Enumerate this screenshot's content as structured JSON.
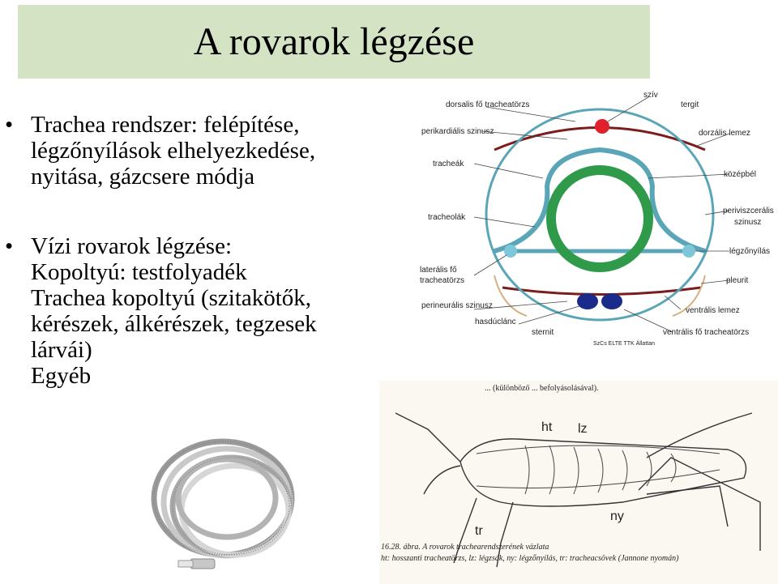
{
  "title": "A rovarok légzése",
  "bullets": [
    {
      "lines": [
        "Trachea rendszer: felépítése,",
        "légzőnyílások elhelyezkedése,",
        "nyitása, gázcsere módja"
      ]
    },
    {
      "lines": [
        "Vízi rovarok légzése:",
        "Kopoltyú: testfolyadék",
        "Trachea kopoltyú (szitakötők,",
        "kérészek, álkérészek, tegzesek",
        "lárvái)",
        "Egyéb"
      ]
    }
  ],
  "cross_section": {
    "labels": {
      "dorsalis": "dorsalis fő tracheatörzs",
      "sziv": "szív",
      "tergit": "tergit",
      "perikardialis": "perikardiális szinusz",
      "dorzalis_lemez": "dorzális lemez",
      "tracheak": "tracheák",
      "kozepbel": "középbél",
      "tracheolak": "tracheolák",
      "periviszceralis": "periviszcerális",
      "szinusz": "szinusz",
      "legzonyilas": "légzőnyílás",
      "lateralis": "laterális fő",
      "tracheatorzs": "tracheatörzs",
      "pleurit": "pleurit",
      "perineuralis": "perineurális szinusz",
      "ventralis_lemez": "ventrális lemez",
      "hasduclanc": "hasdúclánc",
      "sternit": "sternit",
      "ventralis_trachea": "ventrális fő tracheatörzs",
      "credit": "SzCs ELTE TTK Állattan"
    }
  },
  "insect_figure": {
    "top_caption": "... (különböző ... befolyásolásával).",
    "labels": {
      "ht": "ht",
      "lz": "lz",
      "ny": "ny",
      "tr": "tr"
    },
    "caption_1": "16.28. ábra. A rovarok trachearendszerének vázlata",
    "caption_2": "ht: hosszanti tracheatörzs, lz: légzsák, ny: légzőnyílás, tr: tracheacsövek (Jannone nyomán)"
  }
}
